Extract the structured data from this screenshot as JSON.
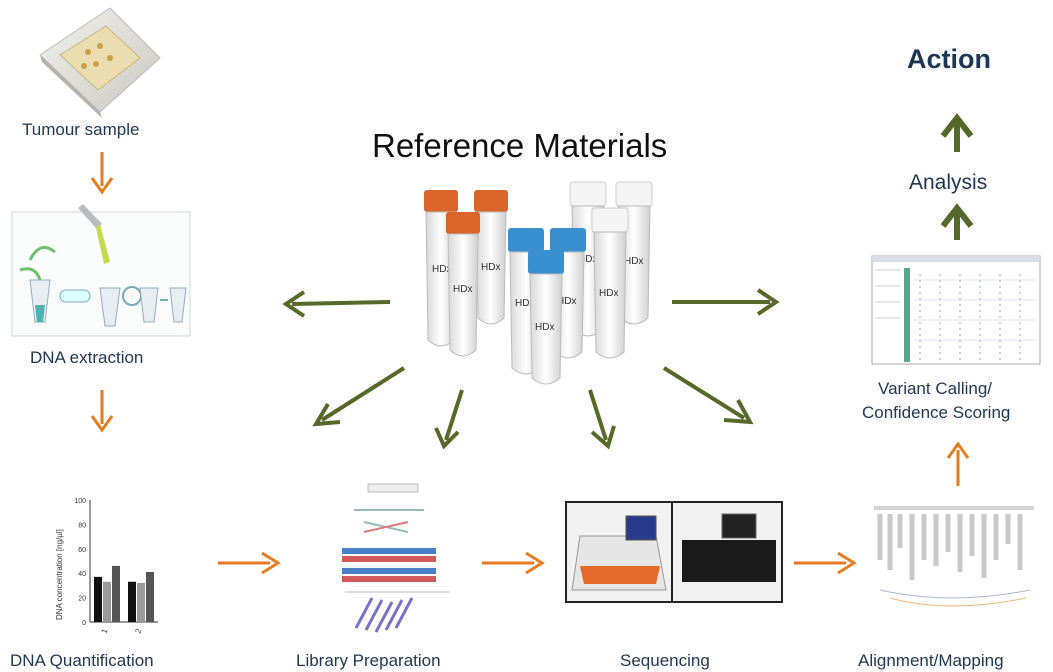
{
  "title": "Reference Materials",
  "action_label": "Action",
  "analysis_label": "Analysis",
  "steps": {
    "tumour_sample": "Tumour sample",
    "dna_extraction": "DNA extraction",
    "dna_quantification": "DNA Quantification",
    "library_preparation": "Library Preparation",
    "sequencing": "Sequencing",
    "alignment_mapping": "Alignment/Mapping",
    "variant_calling_line1": "Variant Calling/",
    "variant_calling_line2": "Confidence Scoring"
  },
  "tube_logo": "HDx",
  "quant_chart": {
    "ylabel": "DNA concentration [ng/µl]",
    "yticks": [
      "100",
      "80",
      "60",
      "40",
      "20",
      "0"
    ],
    "xticks": [
      "1",
      "2"
    ]
  },
  "chart_data": {
    "type": "bar",
    "categories": [
      "1",
      "2"
    ],
    "series": [
      {
        "values": [
          37,
          33
        ],
        "color": "#111111"
      },
      {
        "values": [
          33,
          32
        ],
        "color": "#9a9a9a"
      },
      {
        "values": [
          46,
          41
        ],
        "color": "#555555"
      }
    ],
    "ylabel": "DNA concentration [ng/µl]",
    "ylim": [
      0,
      100
    ]
  },
  "colors": {
    "orange_arrow": "#e57e22",
    "green_arrow": "#56692a",
    "label_text": "#24384f",
    "cap_orange": "#d9652a",
    "cap_blue": "#3a8fcf",
    "cap_white": "#f4f4f4"
  }
}
